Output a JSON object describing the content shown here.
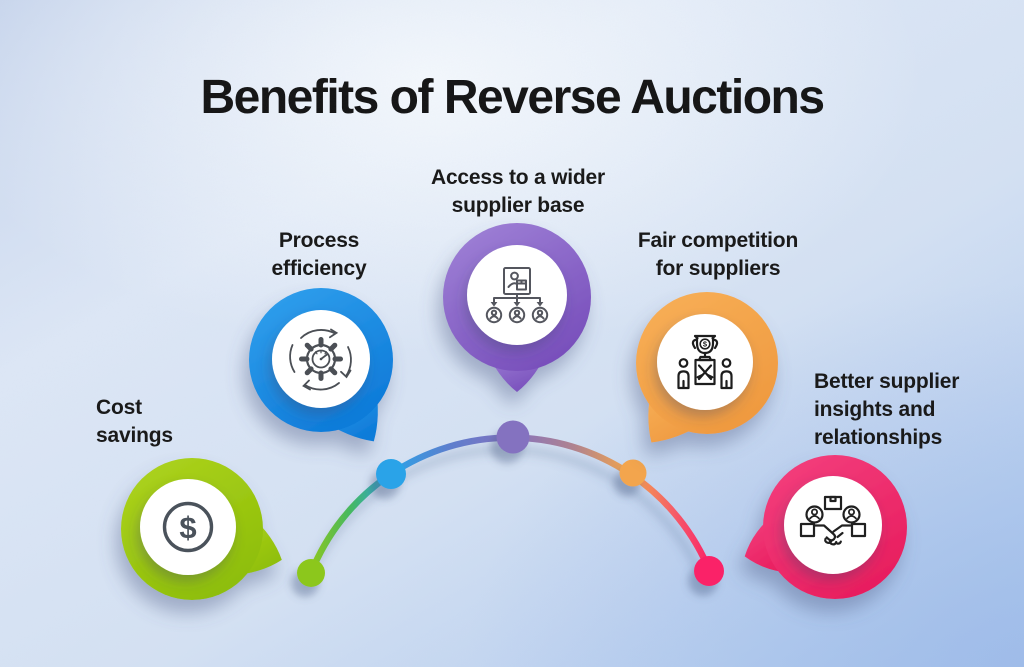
{
  "title": "Benefits of Reverse Auctions",
  "background": {
    "top_light": "#e7eef9",
    "corner_blue": "#a9c5ee"
  },
  "glyphs": {
    "dollar": "$"
  },
  "items": [
    {
      "id": "cost-savings",
      "label": "Cost\nsavings",
      "icon": "dollar-circle-icon",
      "color_light": "#AFD41F",
      "color_dark": "#8EBE08",
      "dot_color": "#8CC71F"
    },
    {
      "id": "process-efficiency",
      "label": "Process\nefficiency",
      "icon": "gear-cycle-icon",
      "color_light": "#33A2EE",
      "color_dark": "#0E7BD9",
      "dot_color": "#2BA3E8"
    },
    {
      "id": "wider-supplier-base",
      "label": "Access to a wider\nsupplier base",
      "icon": "supplier-network-icon",
      "color_light": "#A184D8",
      "color_dark": "#7950BC",
      "dot_color": "#8472C0"
    },
    {
      "id": "fair-competition",
      "label": "Fair competition\nfor suppliers",
      "icon": "trophy-competition-icon",
      "color_light": "#F8B058",
      "color_dark": "#EF9A40",
      "dot_color": "#F3A54D"
    },
    {
      "id": "supplier-insights",
      "label": "Better supplier\ninsights and\nrelationships",
      "icon": "handshake-icon",
      "color_light": "#F4417F",
      "color_dark": "#E81E5F",
      "dot_color": "#FA2468"
    }
  ],
  "arc": {
    "stops": [
      {
        "color": "#8CC71F"
      },
      {
        "color": "#45B862"
      },
      {
        "color": "#2BA3E8"
      },
      {
        "color": "#5E7ECD"
      },
      {
        "color": "#8472C0"
      },
      {
        "color": "#B0838F"
      },
      {
        "color": "#F3A54D"
      },
      {
        "color": "#F55C68"
      },
      {
        "color": "#FA2468"
      }
    ]
  }
}
